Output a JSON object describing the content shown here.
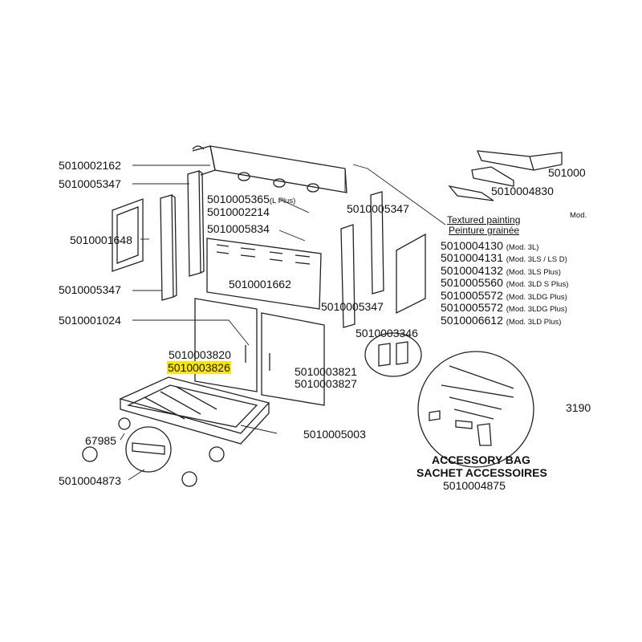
{
  "labels": {
    "l1": "5010002162",
    "l2": "5010005347",
    "l3": "5010001648",
    "l4": "5010005347",
    "l5": "5010001024",
    "l6": "5010003820",
    "l7": "5010003826",
    "l8": "67985",
    "l9": "5010004873",
    "l10": "5010005365",
    "l10s": "(L Plus)",
    "l11": "5010002214",
    "l12": "5010005834",
    "l13": "5010001662",
    "l14": "5010005347",
    "l15": "5010005347",
    "l16": "5010003346",
    "l17": "5010003821",
    "l18": "5010003827",
    "l19": "5010005003",
    "l20": "501000",
    "l21": "5010004830",
    "l22": "Mod.",
    "l23": "3190"
  },
  "painting": {
    "title": "Textured painting",
    "subtitle": "Peinture grainée",
    "rows": [
      {
        "code": "5010004130",
        "model": "(Mod. 3L)"
      },
      {
        "code": "5010004131",
        "model": "(Mod. 3LS / LS D)"
      },
      {
        "code": "5010004132",
        "model": "(Mod. 3LS Plus)"
      },
      {
        "code": "5010005560",
        "model": "(Mod. 3LD S Plus)"
      },
      {
        "code": "5010005572",
        "model": "(Mod. 3LDG Plus)"
      },
      {
        "code": "5010005572",
        "model": "(Mod. 3LDG Plus)"
      },
      {
        "code": "5010006612",
        "model": "(Mod. 3LD Plus)"
      }
    ]
  },
  "accessory": {
    "line1": "ACCESSORY BAG",
    "line2": "SACHET ACCESSOIRES",
    "code": "5010004875"
  },
  "highlight_color": "#ffe600"
}
